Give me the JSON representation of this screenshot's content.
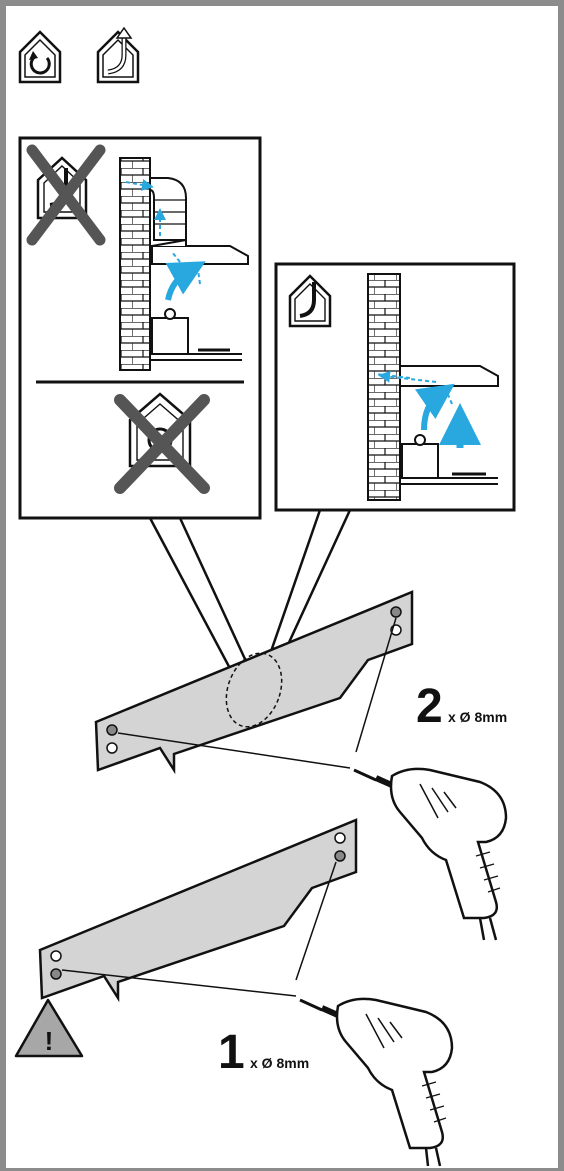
{
  "callouts": {
    "upper": {
      "count": "2",
      "spec": "x Ø 8mm"
    },
    "lower": {
      "count": "1",
      "spec": "x Ø 8mm"
    }
  },
  "warning": {
    "glyph": "!"
  },
  "icons": [
    "recirculation-mode-icon",
    "exhaust-mode-icon",
    "warning-triangle-icon",
    "drill-icon"
  ],
  "colors": {
    "airflow": "#29a8e0",
    "plate": "#d4d4d4",
    "border": "#8c8c8c"
  }
}
